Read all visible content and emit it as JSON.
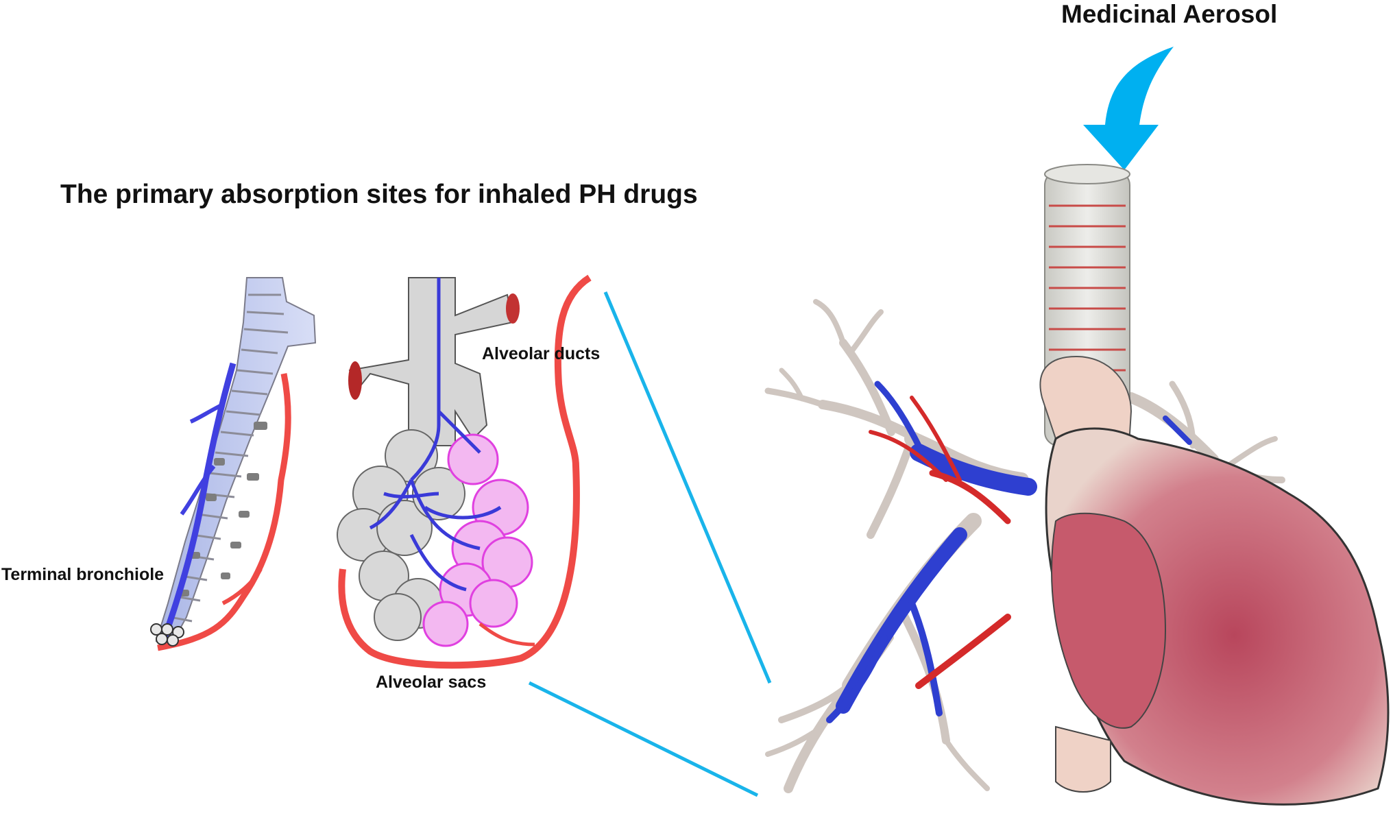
{
  "title": "The primary absorption sites for inhaled PH drugs",
  "aerosol_label": "Medicinal Aerosol",
  "labels": {
    "alveolar_ducts": "Alveolar ducts",
    "terminal_bronchiole": "Terminal bronchiole",
    "alveolar_sacs": "Alveolar sacs"
  },
  "colors": {
    "arrow": "#00b0f0",
    "connector": "#19b4ea",
    "artery": "#e8413f",
    "vein": "#3a3ad8",
    "capillary": "#e040e0",
    "airway": "#c8c8c8",
    "bronchiole": "#b8c4ea",
    "heart": "#c65a6c",
    "trachea": "#d9d9d4"
  }
}
